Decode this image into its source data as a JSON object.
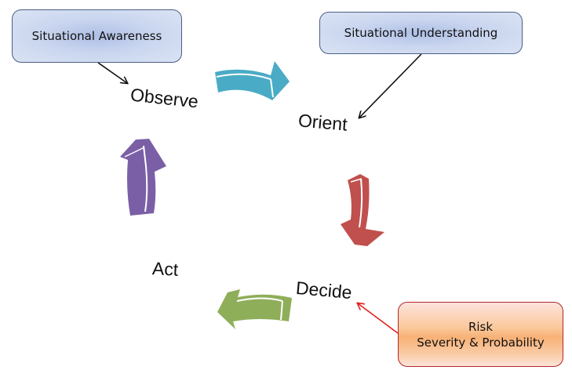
{
  "callouts": {
    "awareness": "Situational Awareness",
    "understanding": "Situational Understanding",
    "risk_title": "Risk",
    "risk_sub": "Severity & Probability"
  },
  "phases": {
    "observe": "Observe",
    "orient": "Orient",
    "decide": "Decide",
    "act": "Act"
  },
  "colors": {
    "observe_to_orient": "#4aabc6",
    "orient_to_decide": "#c0504d",
    "decide_to_act": "#8fae5a",
    "act_to_observe": "#7b5fa6",
    "risk_pointer": "#e02020"
  }
}
